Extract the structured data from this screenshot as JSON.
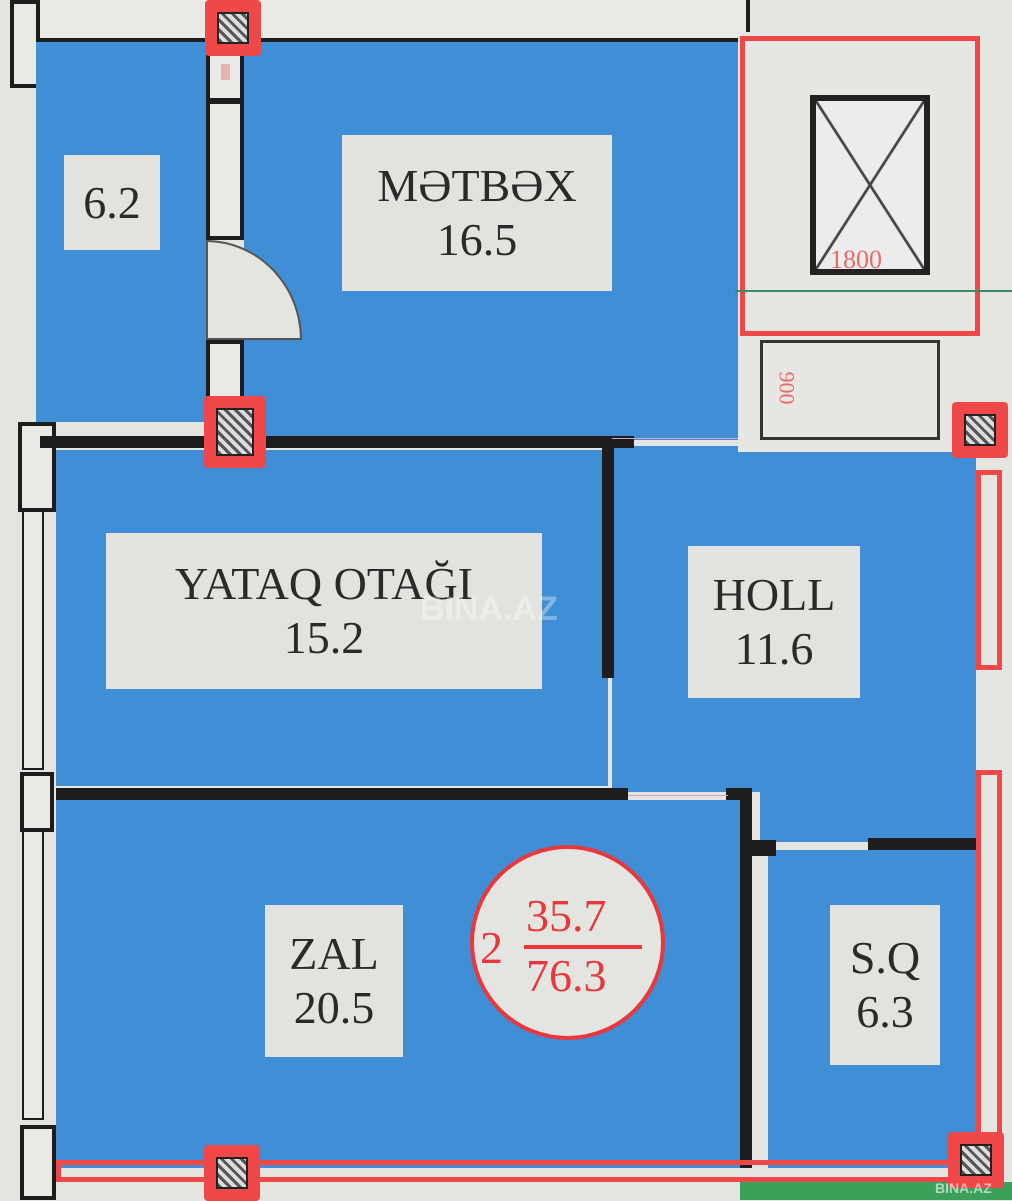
{
  "rooms": {
    "storage": {
      "area": "6.2"
    },
    "kitchen": {
      "name": "MƏTBƏX",
      "area": "16.5"
    },
    "bedroom": {
      "name": "YATAQ OTAĞI",
      "area": "15.2"
    },
    "hall": {
      "name": "HOLL",
      "area": "11.6"
    },
    "living": {
      "name": "ZAL",
      "area": "20.5"
    },
    "bathroom": {
      "name": "S.Q",
      "area": "6.3"
    }
  },
  "apartment": {
    "rooms": "2",
    "living_area": "35.7",
    "total_area": "76.3"
  },
  "elevator": {
    "dimension": "1800",
    "dimension_2": "900"
  },
  "watermark": "BINA.AZ",
  "colors": {
    "room": "#3f8ed6",
    "wall": "#1d1d1d",
    "column": "#f04848",
    "label_bg": "#e2e2de"
  }
}
